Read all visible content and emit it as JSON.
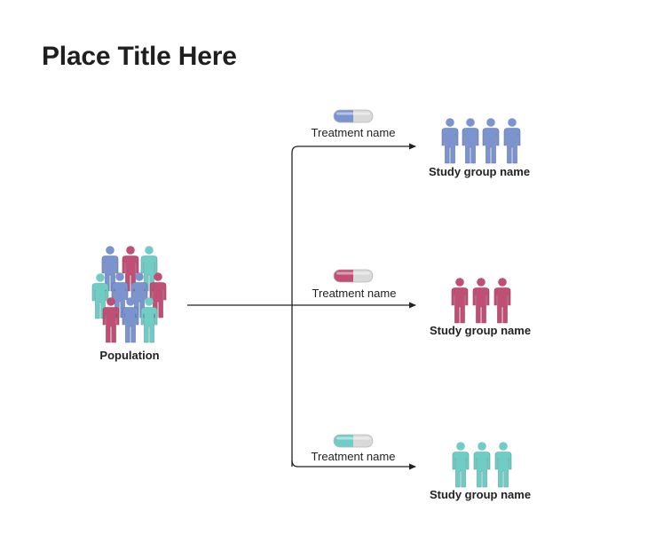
{
  "title": "Place Title Here",
  "population": {
    "label": "Population",
    "icon": "people-group-icon"
  },
  "colors": {
    "blue": "#7b93cf",
    "red": "#c04f76",
    "teal": "#6fcdc6",
    "pill_grey": "#d9d9d9",
    "line": "#222222"
  },
  "branches": [
    {
      "treatment": "Treatment name",
      "group": "Study group name",
      "color_key": "blue",
      "group_size": 4
    },
    {
      "treatment": "Treatment name",
      "group": "Study group name",
      "color_key": "red",
      "group_size": 3
    },
    {
      "treatment": "Treatment name",
      "group": "Study group name",
      "color_key": "teal",
      "group_size": 3
    }
  ]
}
